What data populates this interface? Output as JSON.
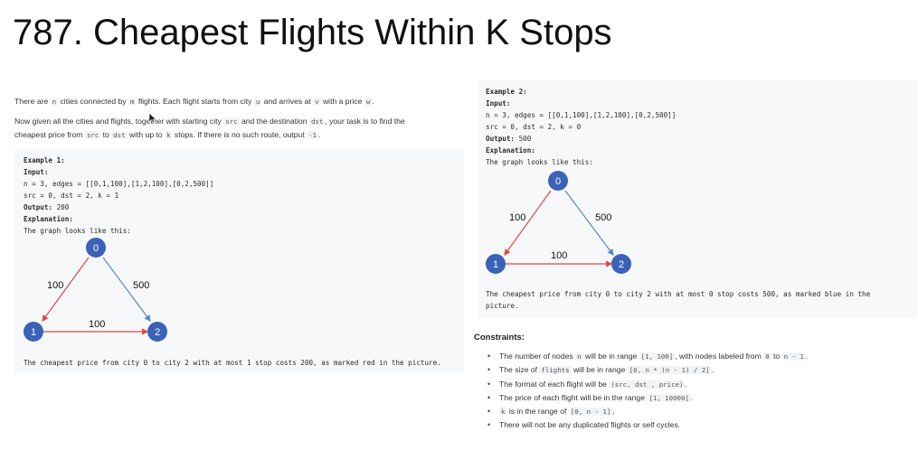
{
  "title": "787. Cheapest Flights Within K Stops",
  "intro": {
    "p1": [
      "There are ",
      "n",
      " cities connected by ",
      "m",
      " flights. Each flight starts from city ",
      "u",
      " and arrives at ",
      "v",
      " with a price ",
      "w",
      "."
    ],
    "p2a": [
      "Now given all the cities and flights, together with starting city ",
      "src",
      " and the destination ",
      "dst",
      ", your task is to find the"
    ],
    "p2b": [
      "cheapest price from ",
      "src",
      " to ",
      "dst",
      " with up to ",
      "k",
      " stops. If there is no such route, output ",
      "-1",
      "."
    ]
  },
  "example1": {
    "heading": "Example 1:",
    "input_label": "Input:",
    "input_line1": "n = 3, edges = [[0,1,100],[1,2,100],[0,2,500]]",
    "input_line2": "src = 0, dst = 2, k = 1",
    "output_label": "Output:",
    "output_value": "200",
    "explanation_label": "Explanation:",
    "graph_intro": "The graph looks like this:",
    "graph": {
      "nodes": [
        "0",
        "1",
        "2"
      ],
      "edge_labels": {
        "e01": "100",
        "e02": "500",
        "e12": "100"
      },
      "highlight_color": "#e04848",
      "plain_color": "#5a86c6"
    },
    "note": "The cheapest price from city 0 to city 2 with at most 1 stop costs 200, as marked red in the picture."
  },
  "example2": {
    "heading": "Example 2:",
    "input_label": "Input:",
    "input_line1": "n = 3, edges = [[0,1,100],[1,2,100],[0,2,500]]",
    "input_line2": "src = 0, dst = 2, k = 0",
    "output_label": "Output:",
    "output_value": "500",
    "explanation_label": "Explanation:",
    "graph_intro": "The graph looks like this:",
    "graph": {
      "nodes": [
        "0",
        "1",
        "2"
      ],
      "edge_labels": {
        "e01": "100",
        "e02": "500",
        "e12": "100"
      },
      "highlight_color": "#e04848",
      "plain_color": "#5a86c6"
    },
    "note_line1": "The cheapest price from city 0 to city 2 with at most 0 stop costs 500, as marked blue in the",
    "note_line2": "picture."
  },
  "constraints": {
    "heading": "Constraints:",
    "items": [
      [
        "The number of nodes ",
        "n",
        " will be in range ",
        "[1, 100]",
        ", with nodes labeled from ",
        "0",
        " to ",
        "n  - 1",
        "."
      ],
      [
        "The size of ",
        "flights",
        " will be in range ",
        "[0, n * (n - 1) / 2]",
        "."
      ],
      [
        "The format of each flight will be ",
        "(src,  dst , price)",
        "."
      ],
      [
        "The price of each flight will be in the range ",
        "[1, 10000]",
        "."
      ],
      [
        "",
        "k",
        " is in the range of ",
        "[0, n - 1]",
        "."
      ],
      [
        "There will not be any duplicated flights or self cycles."
      ]
    ]
  },
  "colors": {
    "node_fill": "#3a62b8",
    "code_bg": "#f2f3f5",
    "box_bg": "#f7f8fa"
  }
}
